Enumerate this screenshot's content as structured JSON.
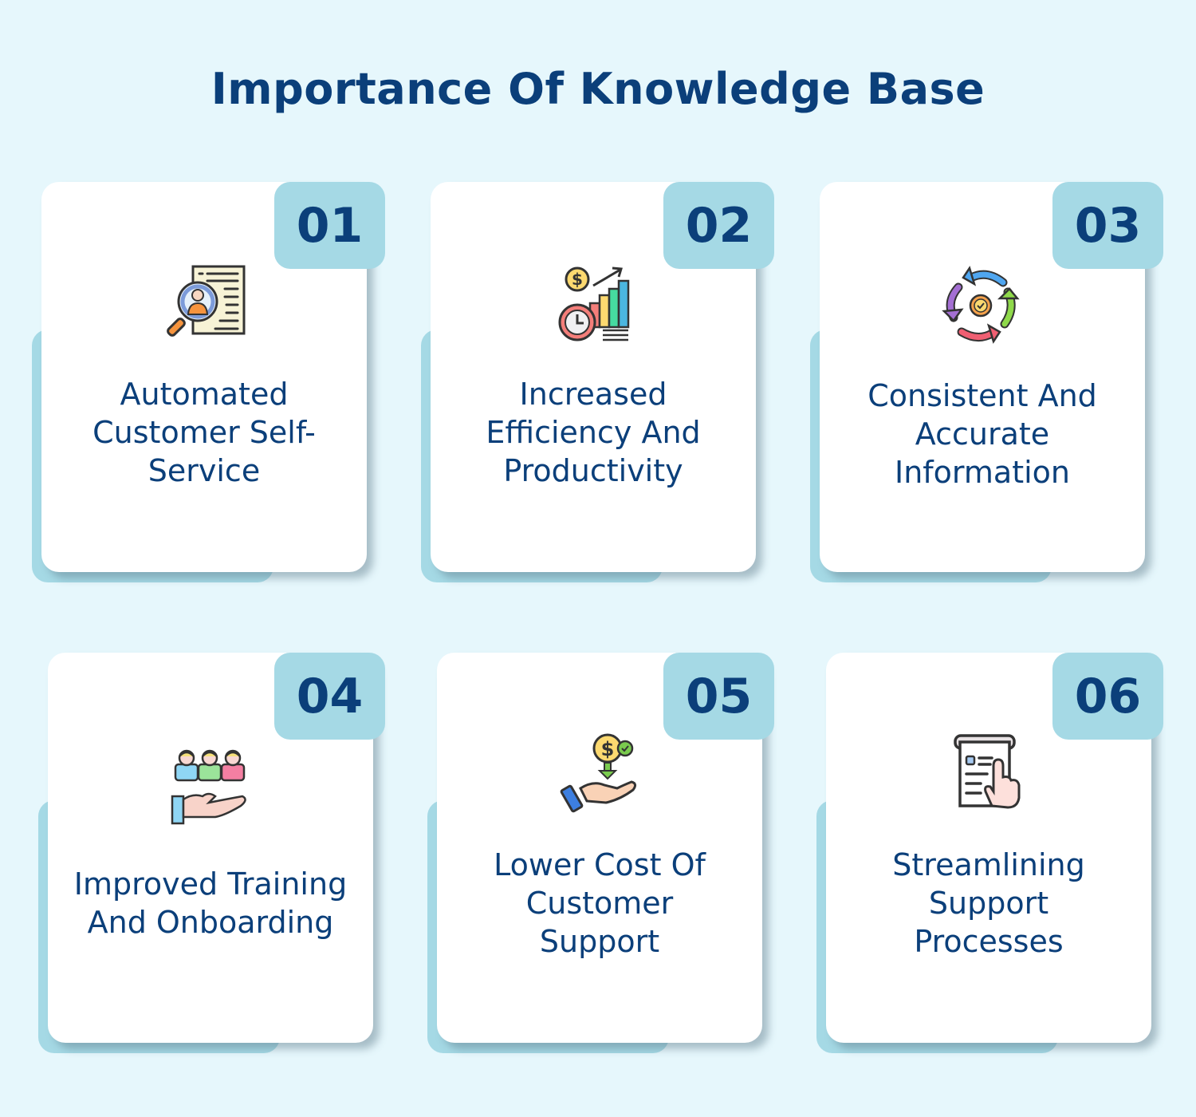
{
  "title": "Importance Of Knowledge Base",
  "colors": {
    "background": "#E6F7FC",
    "accent": "#A5D9E5",
    "text": "#0B3F7A",
    "card": "#FFFFFF"
  },
  "cards": [
    {
      "number": "01",
      "label": "Automated Customer Self-Service",
      "lines": [
        "Automated",
        "Customer Self-",
        "Service"
      ],
      "icon": "document-search-person-icon"
    },
    {
      "number": "02",
      "label": "Increased Efficiency And Productivity",
      "lines": [
        "Increased",
        "Efficiency And",
        "Productivity"
      ],
      "icon": "clock-growth-chart-icon"
    },
    {
      "number": "03",
      "label": "Consistent And Accurate Information",
      "lines": [
        "Consistent And",
        "Accurate",
        "Information"
      ],
      "icon": "cycle-arrows-check-icon"
    },
    {
      "number": "04",
      "label": "Improved Training And Onboarding",
      "lines": [
        "Improved Training",
        "And Onboarding"
      ],
      "icon": "team-hand-icon"
    },
    {
      "number": "05",
      "label": "Lower Cost Of Customer Support",
      "lines": [
        "Lower Cost Of",
        "Customer",
        "Support"
      ],
      "icon": "hand-coin-icon"
    },
    {
      "number": "06",
      "label": "Streamlining Support Processes",
      "lines": [
        "Streamlining",
        "Support",
        "Processes"
      ],
      "icon": "document-pointer-icon"
    }
  ]
}
